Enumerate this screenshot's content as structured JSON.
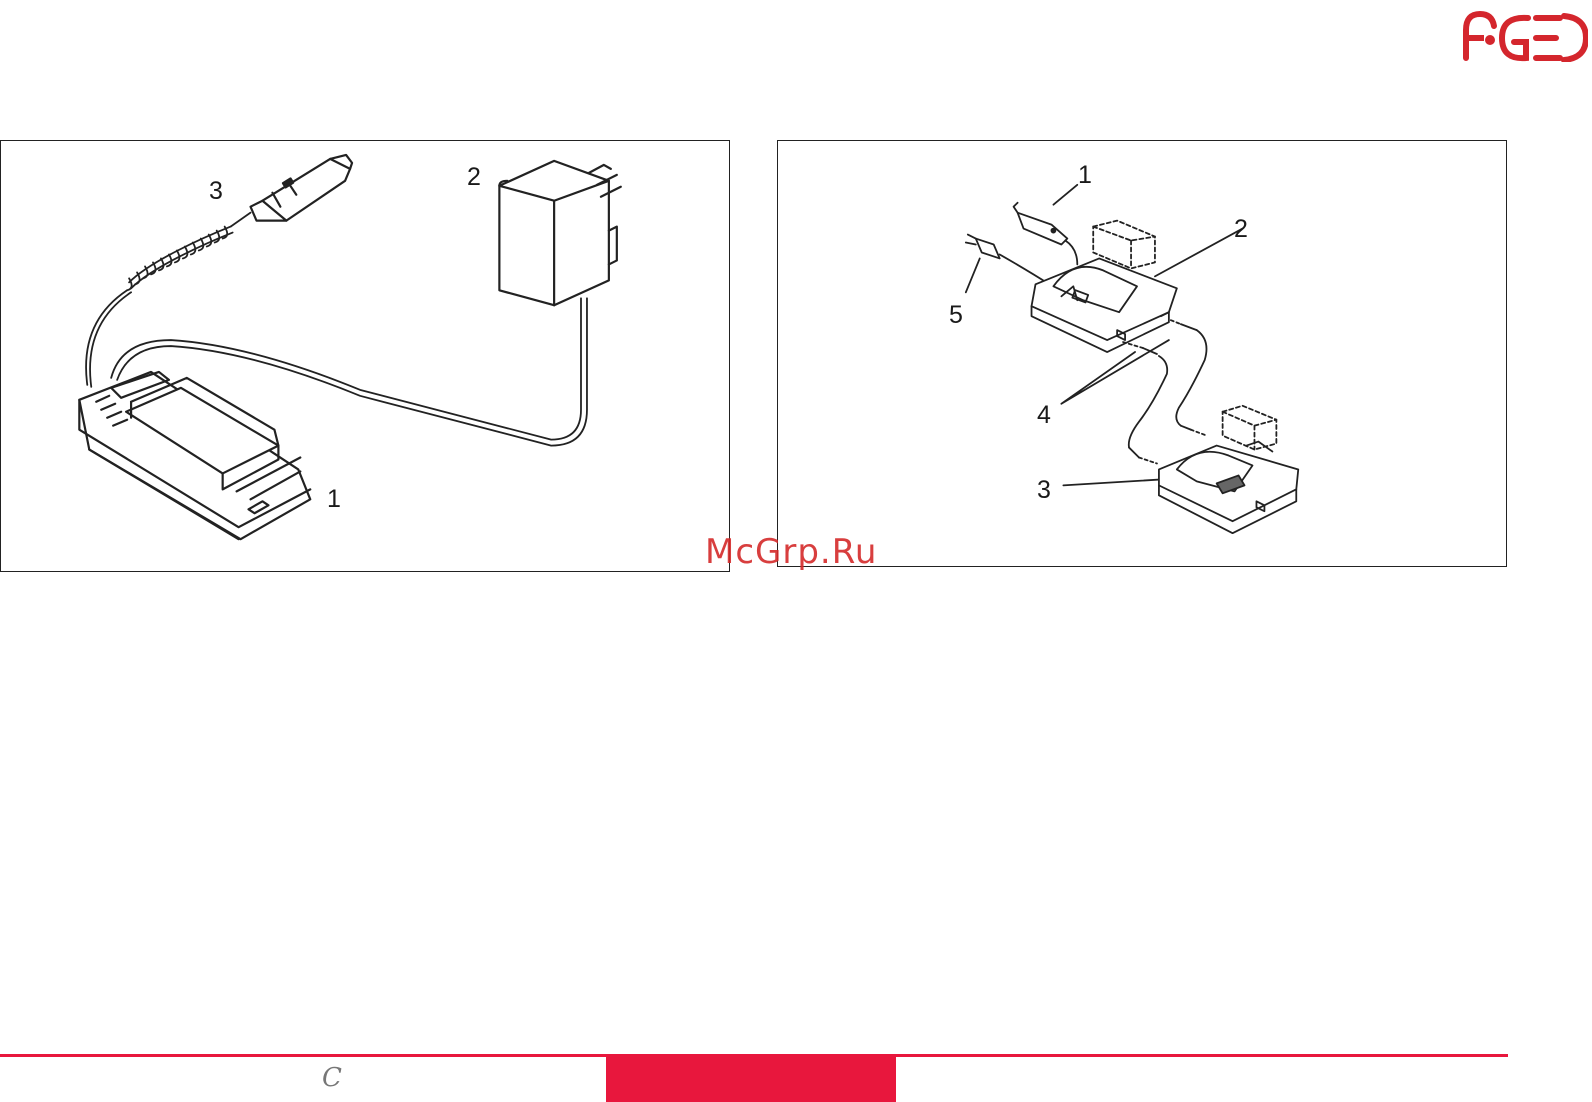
{
  "brand": {
    "logo_text": "AGED",
    "color": "#d4262d"
  },
  "left_figure": {
    "callouts": [
      "1",
      "2",
      "3"
    ]
  },
  "right_figure": {
    "callouts": [
      "1",
      "2",
      "3",
      "4",
      "5"
    ]
  },
  "watermark": {
    "text": "McGrp.Ru"
  },
  "footer": {
    "mark": "C",
    "accent_color": "#e8173d"
  }
}
